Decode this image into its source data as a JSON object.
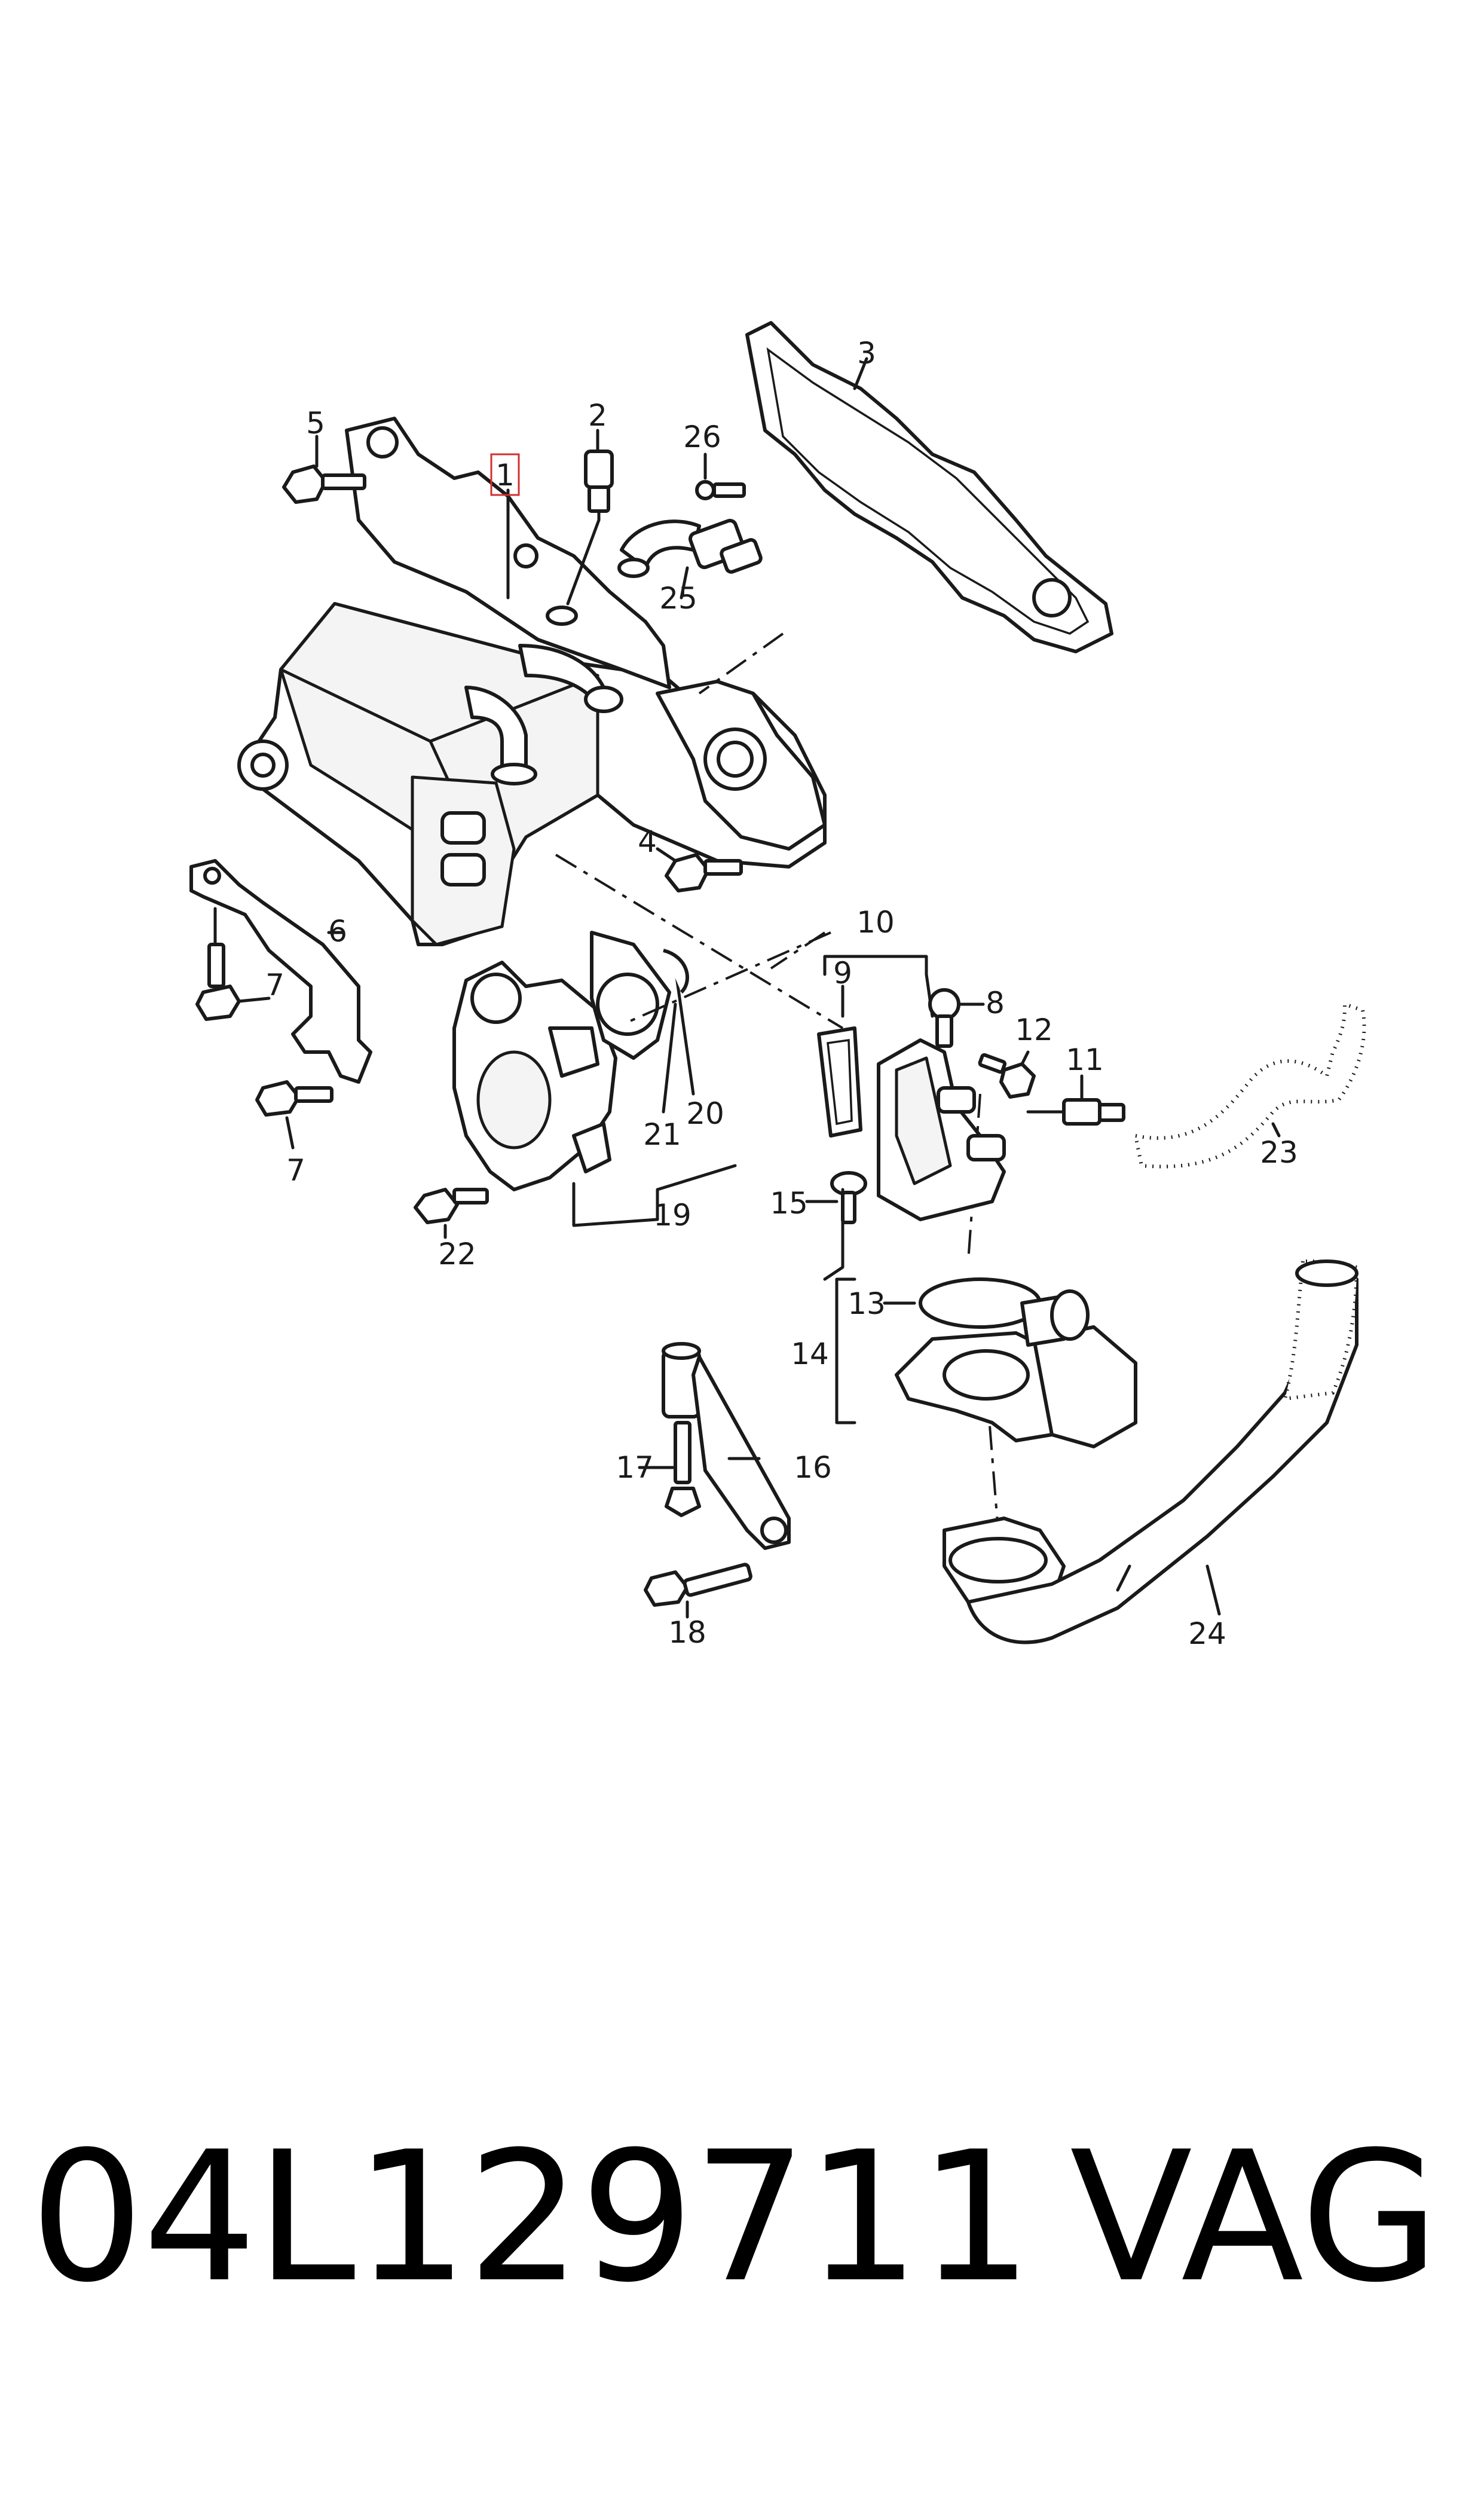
{
  "diagram": {
    "callouts": [
      "1",
      "2",
      "3",
      "4",
      "5",
      "6",
      "7",
      "7",
      "8",
      "9",
      "10",
      "11",
      "12",
      "13",
      "14",
      "15",
      "16",
      "17",
      "18",
      "19",
      "20",
      "21",
      "22",
      "23",
      "24",
      "25",
      "26"
    ],
    "highlighted_callout": "1",
    "colors": {
      "line": "#1a1a1a",
      "highlight": "#d32f2f",
      "background": "#ffffff"
    }
  },
  "footer": {
    "part_number": "04L129711",
    "brand": "VAG"
  }
}
